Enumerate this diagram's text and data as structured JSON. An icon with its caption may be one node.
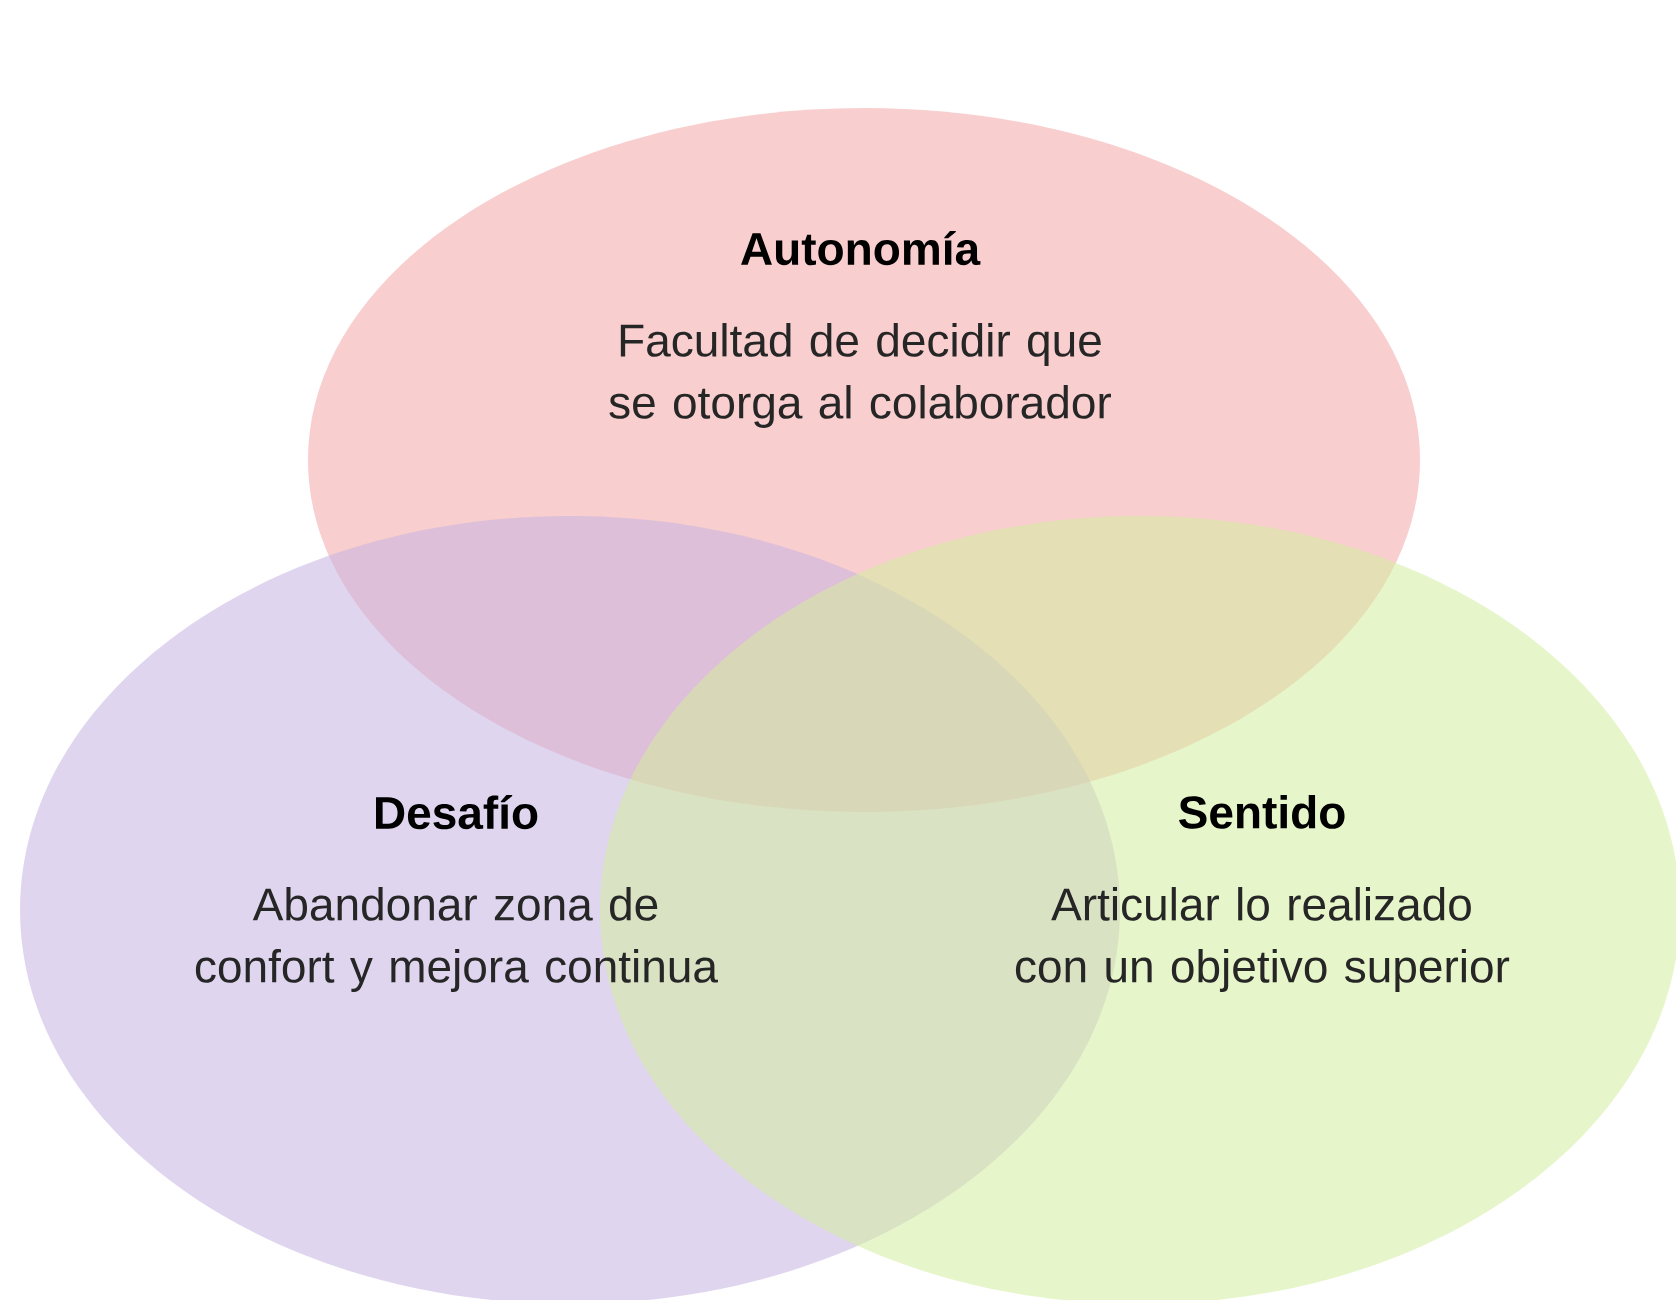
{
  "diagram": {
    "nodes": [
      {
        "text": [
          "Autonomía",
          "Facultad de decidir que se otorga al colaborador"
        ]
      },
      {
        "text": [
          "Desafío",
          "Abandonar zona de confort y mejora continua"
        ]
      },
      {
        "text": [
          "Sentido",
          "Articular lo realizado con un objetivo superior"
        ]
      }
    ]
  }
}
